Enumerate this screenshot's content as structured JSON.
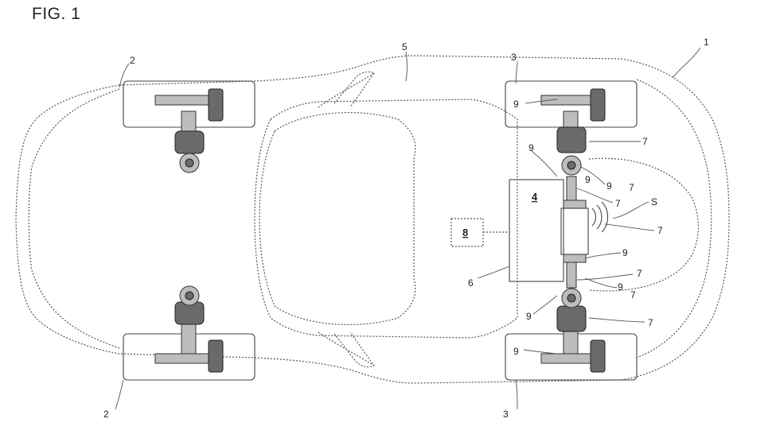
{
  "figure": {
    "title": "FIG. 1"
  },
  "reference_numerals": {
    "vehicle": "1",
    "front_wheel_top": "2",
    "front_wheel_bottom": "2",
    "rear_wheel_top": "3",
    "rear_wheel_bottom": "3",
    "body": "5",
    "control_unit": "4",
    "housing": "6",
    "remote_unit": "8",
    "sensor": "S",
    "shafts": [
      "9",
      "9",
      "9",
      "9",
      "9",
      "9",
      "9",
      "9"
    ],
    "joints": [
      "7",
      "7",
      "7",
      "7",
      "7",
      "7",
      "7"
    ]
  }
}
